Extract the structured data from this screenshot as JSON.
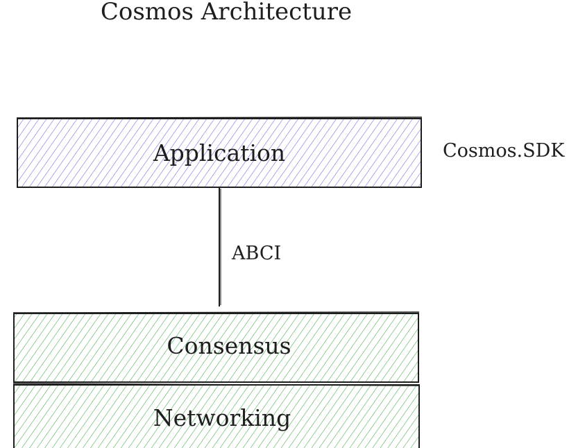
{
  "title": "Cosmos Architecture",
  "nodes": {
    "application": {
      "label": "Application",
      "fill": "#7b6ce0"
    },
    "consensus": {
      "label": "Consensus",
      "fill": "#4caf50"
    },
    "networking": {
      "label": "Networking",
      "fill": "#4caf50"
    }
  },
  "side_labels": {
    "sdk": "Cosmos.SDK",
    "abci": "ABCI"
  },
  "colors": {
    "stroke": "#1e1e1e",
    "background": "#ffffff"
  }
}
